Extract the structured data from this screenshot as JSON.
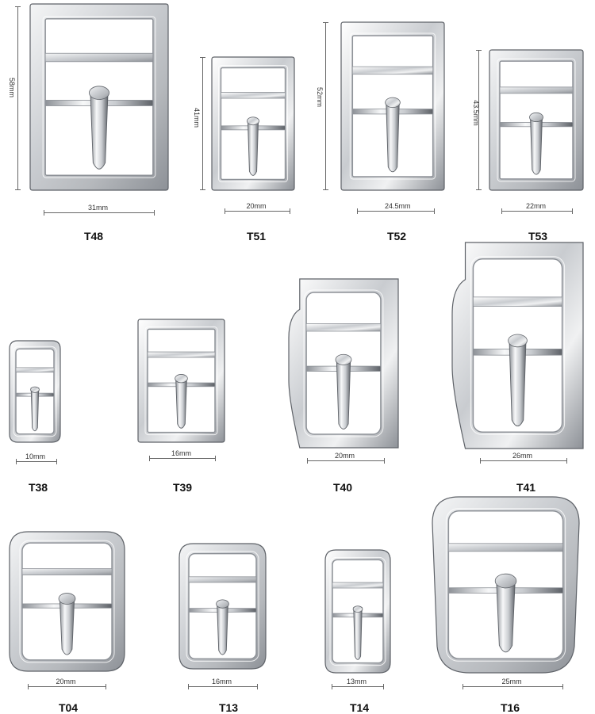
{
  "items": [
    {
      "code": "T48",
      "width_label": "31mm",
      "height_label": "58mm"
    },
    {
      "code": "T51",
      "width_label": "20mm",
      "height_label": "41mm"
    },
    {
      "code": "T52",
      "width_label": "24.5mm",
      "height_label": "52mm"
    },
    {
      "code": "T53",
      "width_label": "22mm",
      "height_label": "43.5mm"
    },
    {
      "code": "T38",
      "width_label": "10mm"
    },
    {
      "code": "T39",
      "width_label": "16mm"
    },
    {
      "code": "T40",
      "width_label": "20mm"
    },
    {
      "code": "T41",
      "width_label": "26mm"
    },
    {
      "code": "T04",
      "width_label": "20mm"
    },
    {
      "code": "T13",
      "width_label": "16mm"
    },
    {
      "code": "T14",
      "width_label": "13mm"
    },
    {
      "code": "T16",
      "width_label": "25mm"
    }
  ],
  "colors": {
    "metal_light": "#f4f5f6",
    "metal_mid": "#c9ccd0",
    "metal_dark": "#8d9197",
    "metal_shadow": "#5e6268",
    "dimension_line": "#666666"
  }
}
